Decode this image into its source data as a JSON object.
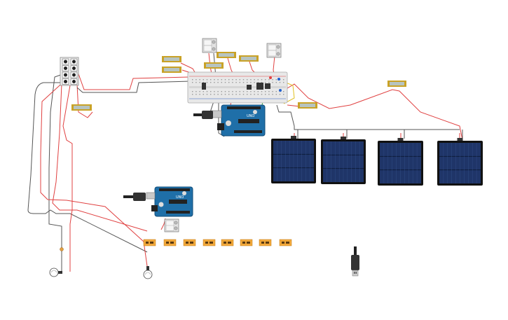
{
  "canvas": {
    "background": "#ffffff"
  },
  "palette": {
    "wire_red": "#e04040",
    "wire_gray": "#555555",
    "wire_yellow": "#e0c020",
    "wire_green": "#30a040",
    "board_blue": "#1f6fa8",
    "board_dark": "#124c78",
    "panel_cell": "#1f3568",
    "panel_frame": "#111111",
    "lcd_frame": "#c9a227",
    "lcd_screen": "#b7c4c0",
    "resistor_orange": "#f2a93b",
    "breadboard": "#e8e8e8"
  },
  "components": {
    "arduino_top": {
      "label": "UNO"
    },
    "arduino_bottom": {
      "label": "UNO"
    },
    "solar_panels": [
      {
        "id": "panel-1"
      },
      {
        "id": "panel-2"
      },
      {
        "id": "panel-3"
      },
      {
        "id": "panel-4"
      }
    ],
    "lcd_modules": [
      {
        "id": "lcd-1"
      },
      {
        "id": "lcd-2"
      },
      {
        "id": "lcd-3"
      },
      {
        "id": "lcd-4"
      },
      {
        "id": "lcd-5"
      },
      {
        "id": "lcd-6"
      },
      {
        "id": "lcd-7"
      }
    ],
    "power_supplies": [
      {
        "id": "psu-1"
      },
      {
        "id": "psu-2"
      },
      {
        "id": "psu-3"
      }
    ],
    "resistor_modules": [
      {
        "id": "res-1"
      },
      {
        "id": "res-2"
      },
      {
        "id": "res-3"
      },
      {
        "id": "res-4"
      },
      {
        "id": "res-5"
      },
      {
        "id": "res-6"
      },
      {
        "id": "res-7"
      },
      {
        "id": "res-8"
      }
    ],
    "switch_bank": {
      "count": 8
    },
    "lamps": [
      {
        "id": "lamp-1"
      },
      {
        "id": "lamp-2"
      }
    ],
    "usb_plug": {
      "id": "usb-plug"
    }
  }
}
